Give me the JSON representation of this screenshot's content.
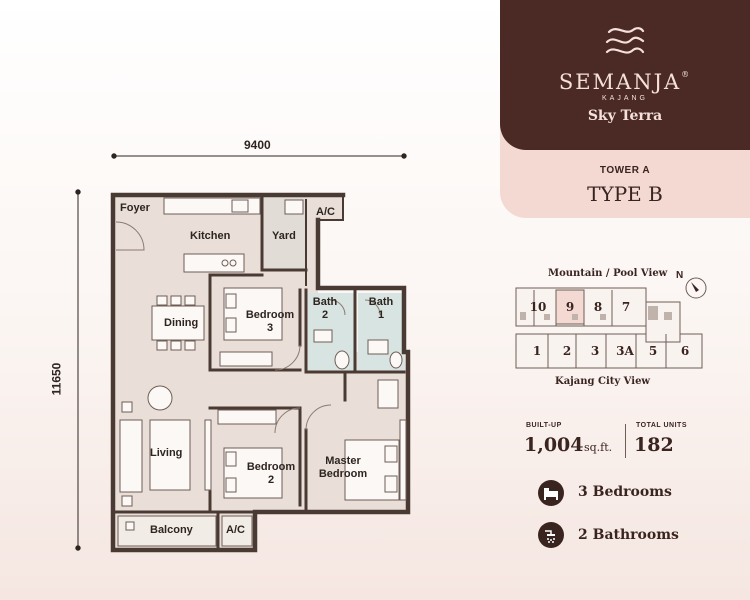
{
  "dimensions": {
    "width_label": "9400",
    "height_label": "11650"
  },
  "rooms": {
    "foyer": "Foyer",
    "kitchen": "Kitchen",
    "yard": "Yard",
    "ac_top": "A/C",
    "dining": "Dining",
    "bedroom3": "Bedroom 3",
    "bath2_line1": "Bath",
    "bath2_line2": "2",
    "bath1_line1": "Bath",
    "bath1_line2": "1",
    "living": "Living",
    "bedroom2_line1": "Bedroom",
    "bedroom2_line2": "2",
    "master_line1": "Master",
    "master_line2": "Bedroom",
    "balcony": "Balcony",
    "ac_bottom": "A/C"
  },
  "brand": {
    "name": "SEMANJA",
    "registered": "®",
    "location": "KAJANG",
    "project": "Sky Terra",
    "tower": "TOWER A",
    "type": "TYPE B"
  },
  "key_plan": {
    "top_label": "Mountain / Pool View",
    "bottom_label": "Kajang City View",
    "north": "N",
    "top_units": [
      "10",
      "9",
      "8",
      "7"
    ],
    "bottom_units": [
      "1",
      "2",
      "3",
      "3A",
      "5",
      "6"
    ],
    "highlight_color": "#f3d9d2"
  },
  "stats": {
    "built_up_label": "BUILT-UP",
    "built_up_value": "1,004",
    "built_up_unit": "sq.ft.",
    "total_units_label": "TOTAL UNITS",
    "total_units_value": "182"
  },
  "features": {
    "bedrooms": "3 Bedrooms",
    "bedroom_icon": "bed-icon",
    "bathrooms": "2 Bathrooms",
    "bathroom_icon": "shower-icon"
  },
  "colors": {
    "brand_dark": "#4b2a25",
    "brand_light": "#f3d9d2",
    "wall": "#4a3a34"
  }
}
